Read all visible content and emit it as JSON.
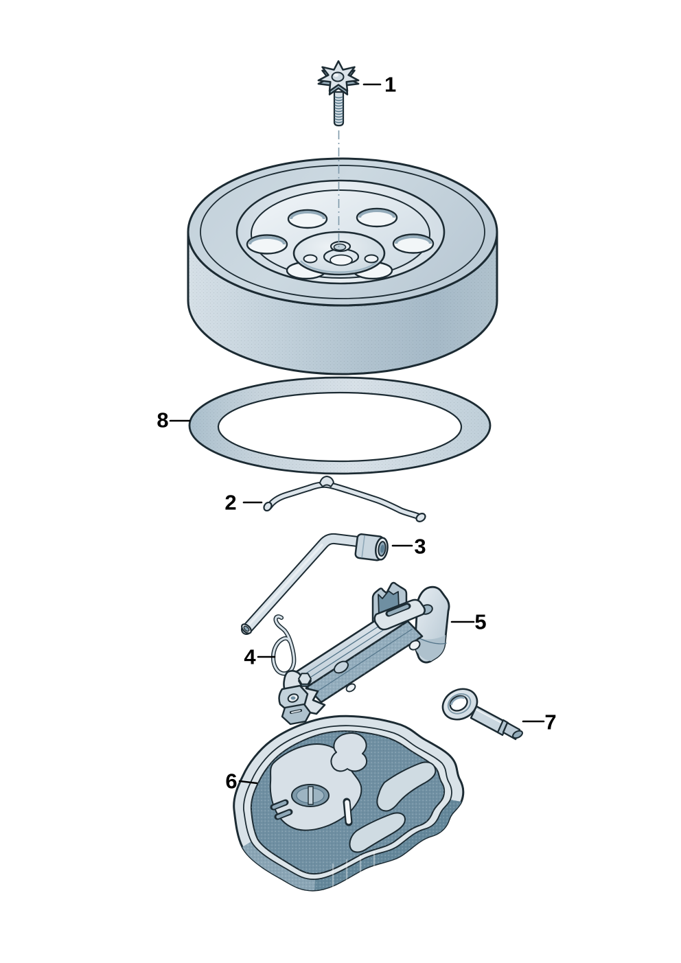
{
  "diagram": {
    "type": "exploded-parts-diagram",
    "subject": "spare-wheel-jack-and-vehicle-tools",
    "background": "#ffffff",
    "colors": {
      "outline": "#1c2b33",
      "fill_light": "#dce4ea",
      "fill_mid": "#b9c9d4",
      "fill_dark": "#6f8fa2",
      "wall_dark": "#64879a",
      "centerline": "#7e99a9",
      "callout_text": "#000000"
    },
    "callouts": [
      {
        "label": "1",
        "part": "spare-wheel-mounting-bolt"
      },
      {
        "label": "2",
        "part": "wire-bracket-rod"
      },
      {
        "label": "3",
        "part": "wheel-bolt-wrench"
      },
      {
        "label": "4",
        "part": "spring-clip"
      },
      {
        "label": "5",
        "part": "lifting-jack"
      },
      {
        "label": "6",
        "part": "tool-foam-tray"
      },
      {
        "label": "7",
        "part": "towing-eye"
      },
      {
        "label": "8",
        "part": "trim-ring"
      }
    ]
  }
}
